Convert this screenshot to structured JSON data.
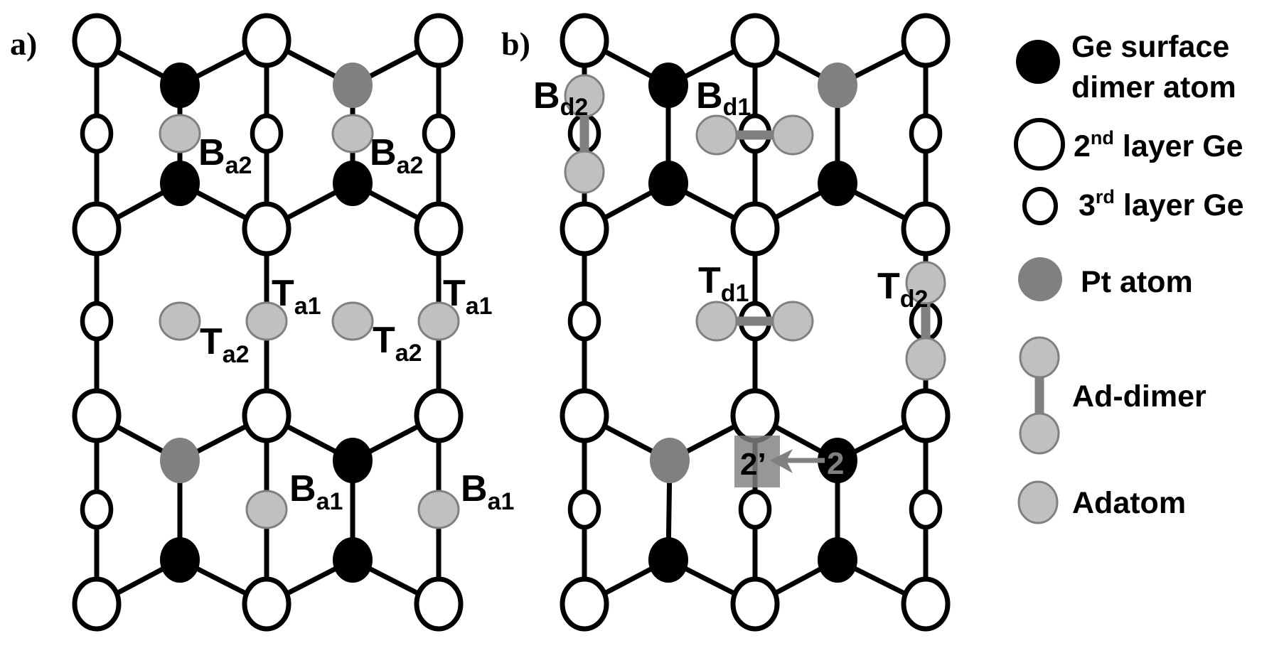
{
  "figure": {
    "panels": [
      {
        "label": "a)",
        "sites": {
          "Ba2_left": {
            "main": "B",
            "sub": "a2"
          },
          "Ba2_right": {
            "main": "B",
            "sub": "a2"
          },
          "Ta1_left": {
            "main": "T",
            "sub": "a1"
          },
          "Ta1_right": {
            "main": "T",
            "sub": "a1"
          },
          "Ta2_left": {
            "main": "T",
            "sub": "a2"
          },
          "Ta2_right": {
            "main": "T",
            "sub": "a2"
          },
          "Ba1_left": {
            "main": "B",
            "sub": "a1"
          },
          "Ba1_right": {
            "main": "B",
            "sub": "a1"
          }
        }
      },
      {
        "label": "b)",
        "sites": {
          "Bd2": {
            "main": "B",
            "sub": "d2"
          },
          "Bd1": {
            "main": "B",
            "sub": "d1"
          },
          "Td1": {
            "main": "T",
            "sub": "d1"
          },
          "Td2": {
            "main": "T",
            "sub": "d2"
          }
        },
        "migration": {
          "from_label": "2",
          "to_label": "2’"
        }
      }
    ],
    "legend": {
      "items": [
        {
          "key": "dimer",
          "line1": "Ge surface",
          "line2": "dimer atom"
        },
        {
          "key": "second",
          "prefix": "2",
          "sup": "nd",
          "text": " layer Ge"
        },
        {
          "key": "third",
          "prefix": "3",
          "sup": "rd",
          "text": " layer Ge"
        },
        {
          "key": "pt",
          "text": "Pt atom"
        },
        {
          "key": "addimer",
          "text": "Ad-dimer"
        },
        {
          "key": "adatom",
          "text": "Adatom"
        }
      ]
    },
    "colors": {
      "ge_dimer": "#000000",
      "ge_layer_fill": "#ffffff",
      "pt_atom": "#808080",
      "adatom_fill": "#c0c0c0",
      "adatom_stroke": "#808080",
      "addimer_bond": "#808080",
      "bond": "#000000"
    }
  }
}
